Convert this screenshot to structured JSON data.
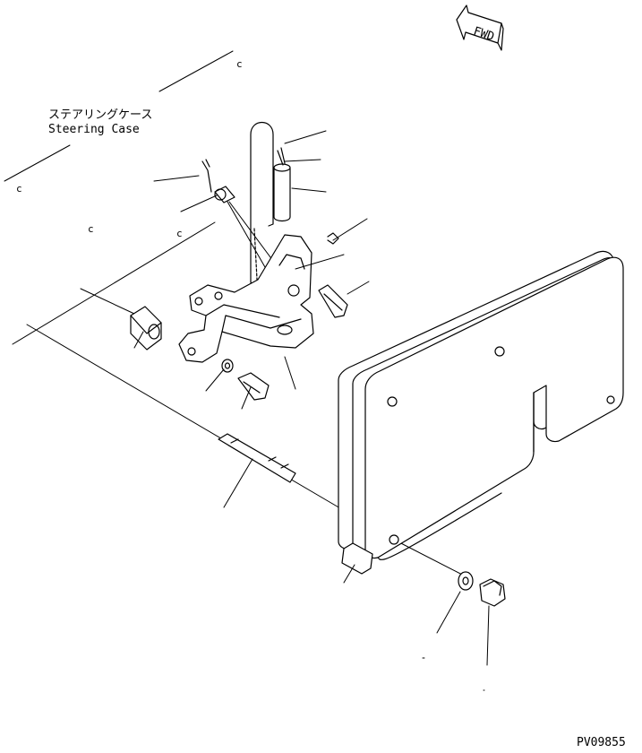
{
  "labels": {
    "case_jp": "ステアリングケース",
    "case_en": "Steering Case",
    "fwd": "FWD",
    "drawing_id": "PV09855",
    "c_mark": "c"
  }
}
